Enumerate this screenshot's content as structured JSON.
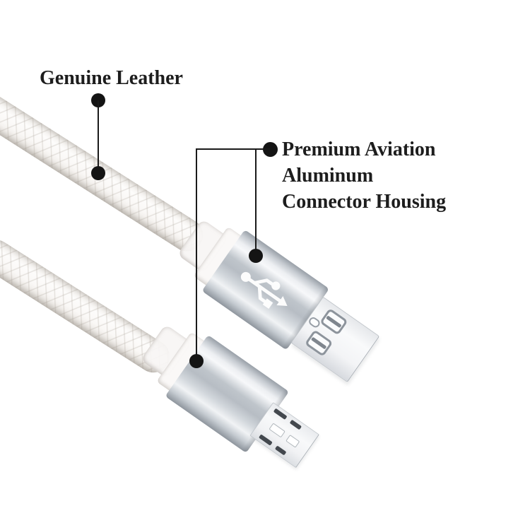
{
  "image": {
    "type": "annotated product photo",
    "subject": "white braided leather USB cable with USB-A and Micro-USB aluminum connectors",
    "background": "#ffffff"
  },
  "annotations": {
    "leather": {
      "label": "Genuine Leather"
    },
    "aluminum": {
      "line1": "Premium Aviation Aluminum",
      "line2": "Connector Housing"
    }
  },
  "colors": {
    "annotation_text": "#1d1d1d",
    "callout_line": "#1a1a1a",
    "callout_dot": "#141414",
    "housing_silver": "#c6cbd1",
    "plug_metal": "#f3f4f6",
    "cable_white": "#fbfaf8"
  },
  "icons": {
    "usb_logo": "usb-trident-icon"
  }
}
